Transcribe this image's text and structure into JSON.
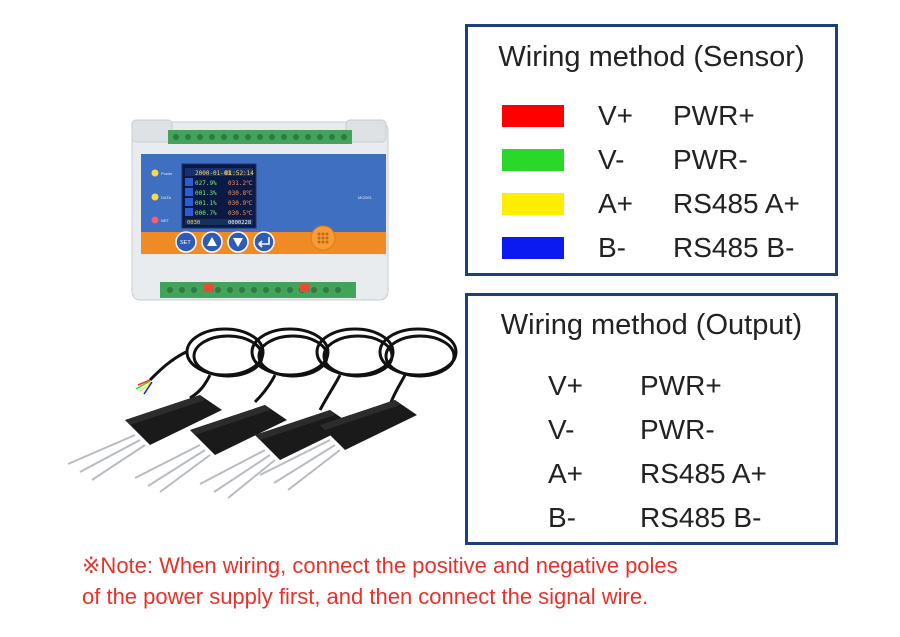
{
  "sensor_panel": {
    "title": "Wiring method (Sensor)",
    "rows": [
      {
        "color": "#ff0000",
        "signal": "V+",
        "function": "PWR+"
      },
      {
        "color": "#2ad82a",
        "signal": "V-",
        "function": "PWR-"
      },
      {
        "color": "#ffee00",
        "signal": "A+",
        "function": "RS485 A+"
      },
      {
        "color": "#0a1af0",
        "signal": "B-",
        "function": "RS485 B-"
      }
    ]
  },
  "output_panel": {
    "title": "Wiring method (Output)",
    "rows": [
      {
        "signal": "V+",
        "function": "PWR+"
      },
      {
        "signal": "V-",
        "function": "PWR-"
      },
      {
        "signal": "A+",
        "function": "RS485 A+"
      },
      {
        "signal": "B-",
        "function": "RS485 B-"
      }
    ]
  },
  "note": "※Note: When wiring, connect the positive and negative poles\nof the power supply first, and then connect the signal wire.",
  "device": {
    "screen_date": "2000-01-01",
    "screen_time": "01:52:14",
    "readings": [
      {
        "left": "027.9%",
        "right": "031.2℃"
      },
      {
        "left": "001.3%",
        "right": "030.8℃"
      },
      {
        "left": "001.1%",
        "right": "030.9℃"
      },
      {
        "left": "000.7%",
        "right": "030.5℃"
      }
    ],
    "screen_footer_left": "0030",
    "screen_footer_right": "0000228",
    "led_labels": [
      "Power",
      "DATA",
      "NET"
    ],
    "button_set": "SET",
    "model_label": "MODEL"
  },
  "colors": {
    "panel_border": "#1f3f7a",
    "note_text": "#e8312a",
    "device_blue": "#3f6fc0",
    "device_orange": "#f08a24",
    "terminal_green": "#43a35a"
  }
}
